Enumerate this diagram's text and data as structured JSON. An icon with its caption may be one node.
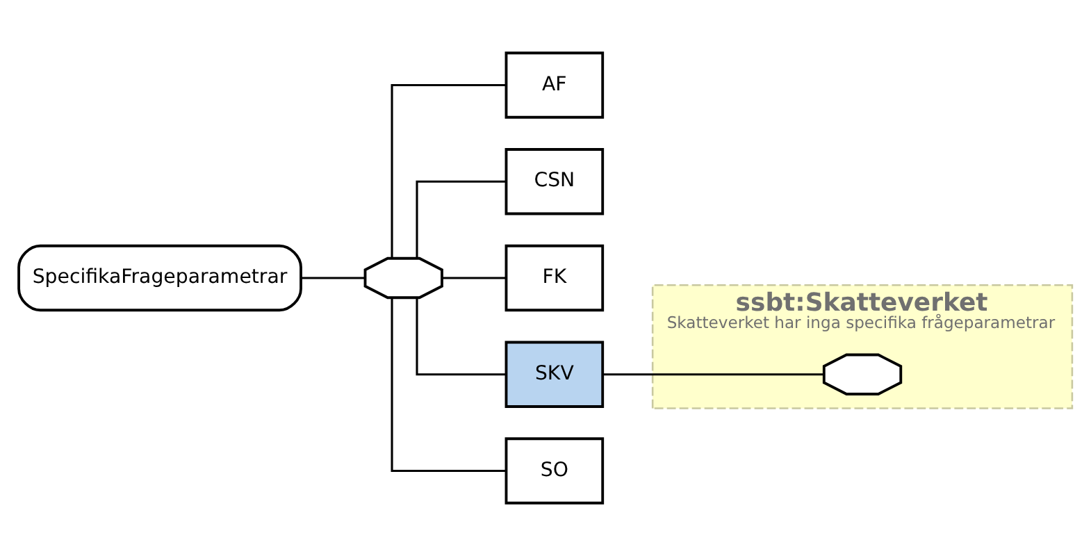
{
  "diagram": {
    "nodes": [
      {
        "text": [
          "SpecifikaFrageparametrar"
        ]
      },
      {
        "text": [],
        "shape": "octagon"
      },
      {
        "text": [
          "AF"
        ]
      },
      {
        "text": [
          "CSN"
        ]
      },
      {
        "text": [
          "FK"
        ]
      },
      {
        "text": [
          "SKV"
        ]
      },
      {
        "text": [
          "SO"
        ]
      },
      {
        "text": [
          "ssbt:Skatteverket",
          "Skatteverket har inga specifika frågeparametrar"
        ]
      },
      {
        "text": [],
        "shape": "octagon",
        "in": 7
      }
    ],
    "edges": [
      {
        "from": 0,
        "to": 1,
        "arrow": "none"
      },
      {
        "from": 1,
        "to": 2,
        "arrow": "none"
      },
      {
        "from": 1,
        "to": 3,
        "arrow": "none"
      },
      {
        "from": 1,
        "to": 4,
        "arrow": "none"
      },
      {
        "from": 1,
        "to": 5,
        "arrow": "none"
      },
      {
        "from": 1,
        "to": 6,
        "arrow": "none"
      },
      {
        "from": 5,
        "to": 8,
        "arrow": "none"
      }
    ]
  }
}
